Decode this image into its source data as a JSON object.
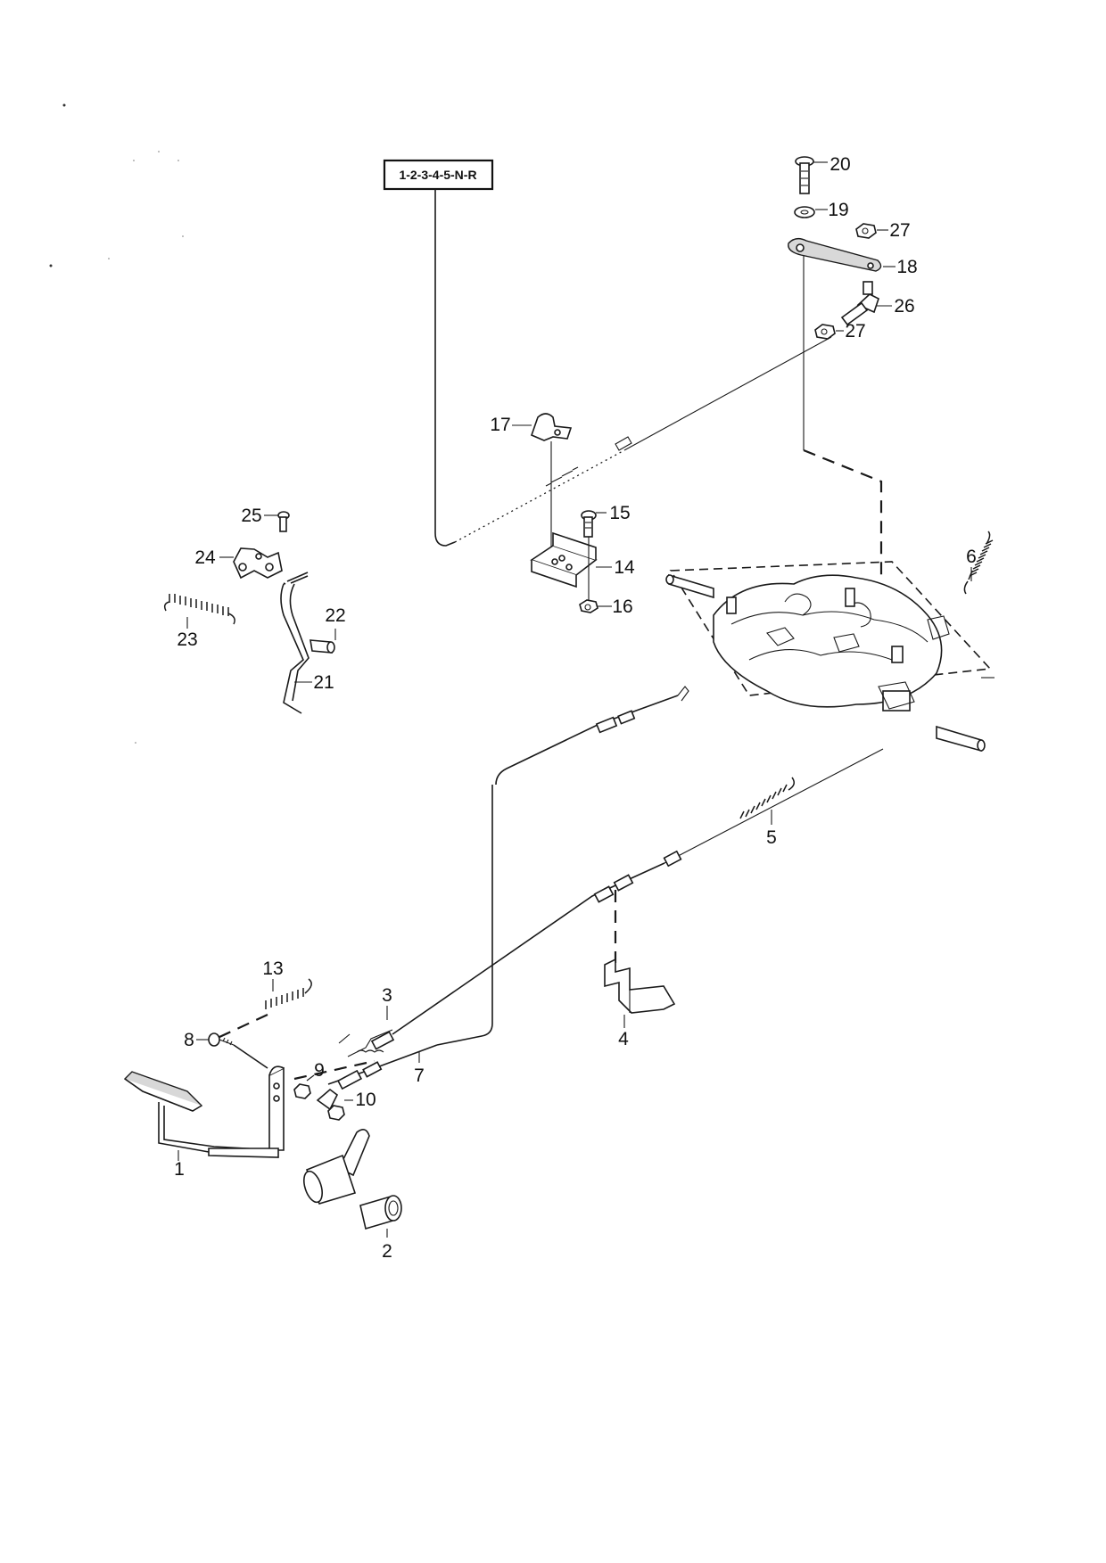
{
  "shift_pattern_label": "1-2-3-4-5-N-R",
  "parts": [
    {
      "key": "p1",
      "number": "1"
    },
    {
      "key": "p2",
      "number": "2"
    },
    {
      "key": "p3",
      "number": "3"
    },
    {
      "key": "p4",
      "number": "4"
    },
    {
      "key": "p5",
      "number": "5"
    },
    {
      "key": "p6",
      "number": "6"
    },
    {
      "key": "p7",
      "number": "7"
    },
    {
      "key": "p8",
      "number": "8"
    },
    {
      "key": "p9",
      "number": "9"
    },
    {
      "key": "p10",
      "number": "10"
    },
    {
      "key": "p13",
      "number": "13"
    },
    {
      "key": "p14",
      "number": "14"
    },
    {
      "key": "p15",
      "number": "15"
    },
    {
      "key": "p16",
      "number": "16"
    },
    {
      "key": "p17",
      "number": "17"
    },
    {
      "key": "p18",
      "number": "18"
    },
    {
      "key": "p19",
      "number": "19"
    },
    {
      "key": "p20",
      "number": "20"
    },
    {
      "key": "p21",
      "number": "21"
    },
    {
      "key": "p22",
      "number": "22"
    },
    {
      "key": "p23",
      "number": "23"
    },
    {
      "key": "p24",
      "number": "24"
    },
    {
      "key": "p25",
      "number": "25"
    },
    {
      "key": "p26",
      "number": "26"
    },
    {
      "key": "p27a",
      "number": "27"
    },
    {
      "key": "p27b",
      "number": "27"
    }
  ]
}
